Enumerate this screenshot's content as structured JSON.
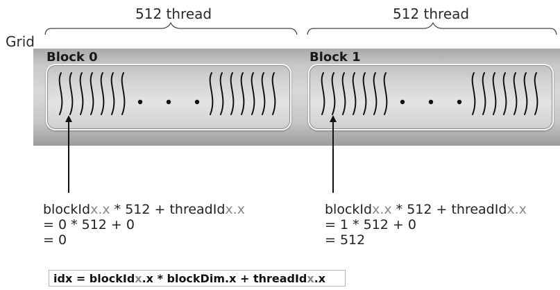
{
  "thread_labels": [
    "512 thread",
    "512 thread"
  ],
  "grid_label": "Grid",
  "blocks": [
    {
      "title": "Block 0",
      "formula": [
        "blockIdx.x * 512 + threadIdx.x",
        "= 0 * 512 + 0",
        "= 0"
      ]
    },
    {
      "title": "Block 1",
      "formula": [
        "blockIdx.x * 512 + threadIdx.x",
        "= 1 * 512 + 0",
        "= 512"
      ]
    }
  ],
  "formula_parts": {
    "a": "blockId",
    "b": "x.x",
    "c": " * 512 + threadId",
    "d": "x.x"
  },
  "idx_formula": {
    "p1": "idx = blockId",
    "s1": "x",
    "p2": ".x * blockDim.x + threadId",
    "s2": "x",
    "p3": ".x"
  },
  "colors": {
    "grid": "#c9c9c9",
    "block": "#d6d6d6",
    "thread_line": "#111111",
    "subscript": "#888888"
  }
}
